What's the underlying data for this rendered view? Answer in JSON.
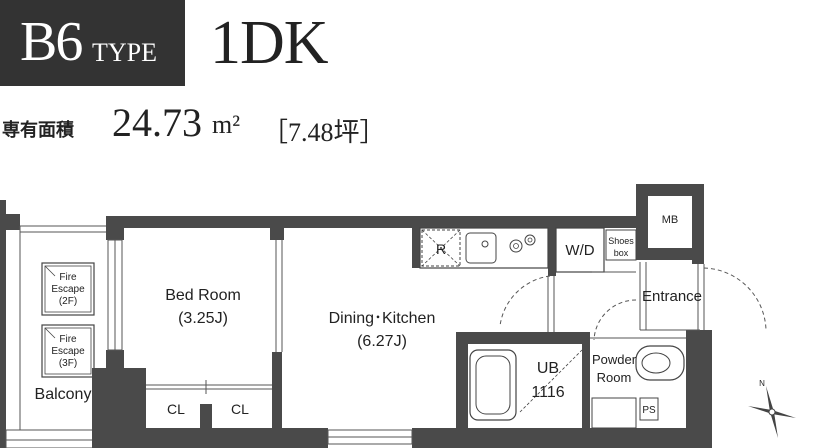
{
  "header": {
    "type_code": "B6",
    "type_word": "TYPE",
    "layout": "1DK"
  },
  "area": {
    "label": "専有面積",
    "value": "24.73",
    "unit": "m²",
    "tsubo": "［7.48坪］"
  },
  "rooms": {
    "bedroom": "Bed Room",
    "bedroom_size": "(3.25J)",
    "dining": "Dining･Kitchen",
    "dining_size": "(6.27J)",
    "closet_left": "CL",
    "closet_right": "CL",
    "balcony": "Balcony",
    "fire_escape_2f": [
      "Fire",
      "Escape",
      "(2F)"
    ],
    "fire_escape_3f": [
      "Fire",
      "Escape",
      "(3F)"
    ],
    "refrigerator": "R",
    "washer": "W/D",
    "shoes_box": [
      "Shoes",
      "box"
    ],
    "meter_box": "MB",
    "entrance": "Entrance",
    "unit_bath": [
      "UB",
      "1116"
    ],
    "powder_room": [
      "Powder",
      "Room"
    ],
    "pipe_space": "PS"
  },
  "compass": {
    "north": "N"
  },
  "colors": {
    "wall": "#4a4a4a",
    "badge": "#333333",
    "line": "#333333"
  }
}
